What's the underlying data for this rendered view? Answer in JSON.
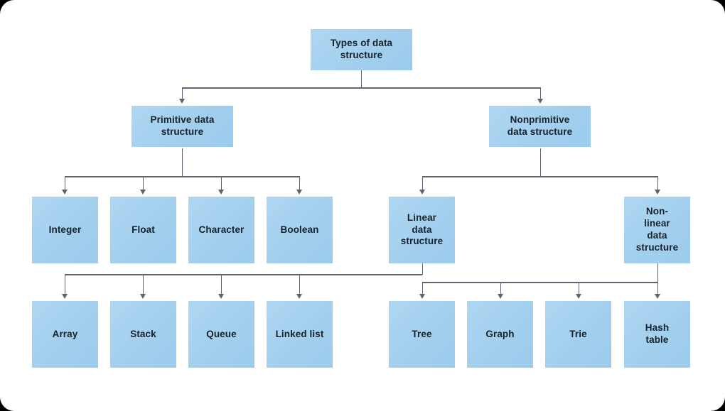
{
  "diagram": {
    "title": "Types of data structure",
    "background_color": "#ffffff",
    "node_fill_color": "#a6d2ef",
    "connector_color": "#5d6670",
    "text_color": "#16212b",
    "levels": {
      "root": {
        "label": "Types of data\nstructure"
      },
      "level2": [
        {
          "label": "Primitive data\nstructure"
        },
        {
          "label": "Nonprimitive\ndata structure"
        }
      ],
      "level3_primitive": [
        {
          "label": "Integer"
        },
        {
          "label": "Float"
        },
        {
          "label": "Character"
        },
        {
          "label": "Boolean"
        }
      ],
      "level3_nonprimitive": [
        {
          "label": "Linear\ndata\nstructure"
        },
        {
          "label": "Non-\nlinear\ndata\nstructure"
        }
      ],
      "level4_linear": [
        {
          "label": "Array"
        },
        {
          "label": "Stack"
        },
        {
          "label": "Queue"
        },
        {
          "label": "Linked list"
        }
      ],
      "level4_nonlinear": [
        {
          "label": "Tree"
        },
        {
          "label": "Graph"
        },
        {
          "label": "Trie"
        },
        {
          "label": "Hash\ntable"
        }
      ]
    }
  }
}
